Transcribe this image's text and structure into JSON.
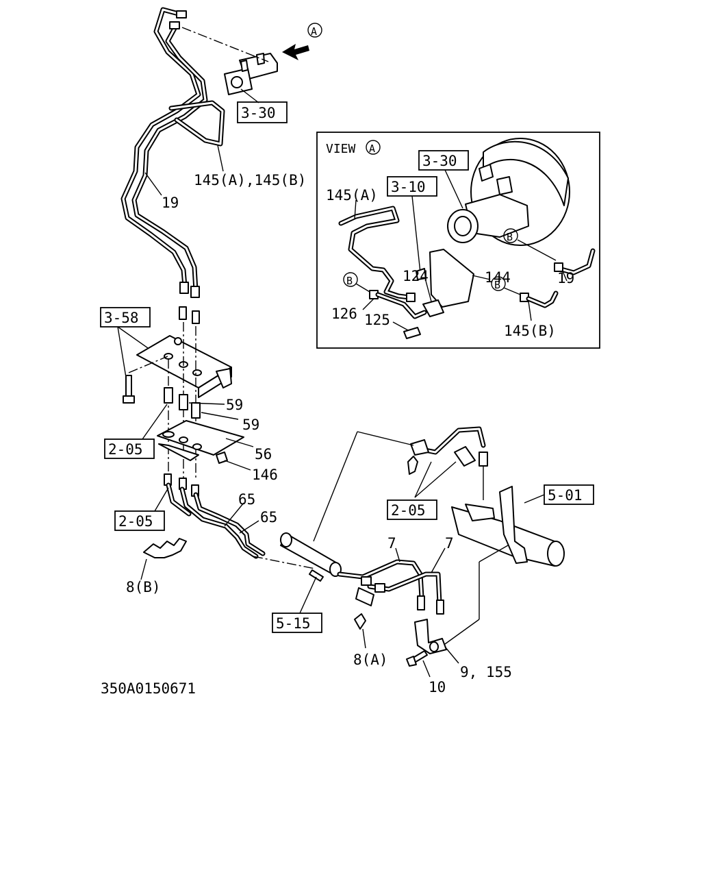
{
  "diagram_id": "350A0150671",
  "view_label": "VIEW",
  "view_marker": "A",
  "marker_b": "B",
  "ref_boxes": {
    "top_3_30": "3-30",
    "inset_3_30": "3-30",
    "inset_3_10": "3-10",
    "box_3_58": "3-58",
    "box_2_05_a": "2-05",
    "box_2_05_b": "2-05",
    "box_2_05_c": "2-05",
    "box_5_01": "5-01",
    "box_5_15": "5-15"
  },
  "callouts": {
    "p145ab": "145(A),145(B)",
    "p19_main": "19",
    "p59_a": "59",
    "p59_b": "59",
    "p56": "56",
    "p146": "146",
    "p65_a": "65",
    "p65_b": "65",
    "p8b": "8(B)",
    "p7_a": "7",
    "p7_b": "7",
    "p8a": "8(A)",
    "p10": "10",
    "p9_155": "9, 155",
    "inset_145a": "145(A)",
    "inset_144": "144",
    "inset_124": "124",
    "inset_126": "126",
    "inset_125": "125",
    "inset_19": "19",
    "inset_145b": "145(B)"
  }
}
